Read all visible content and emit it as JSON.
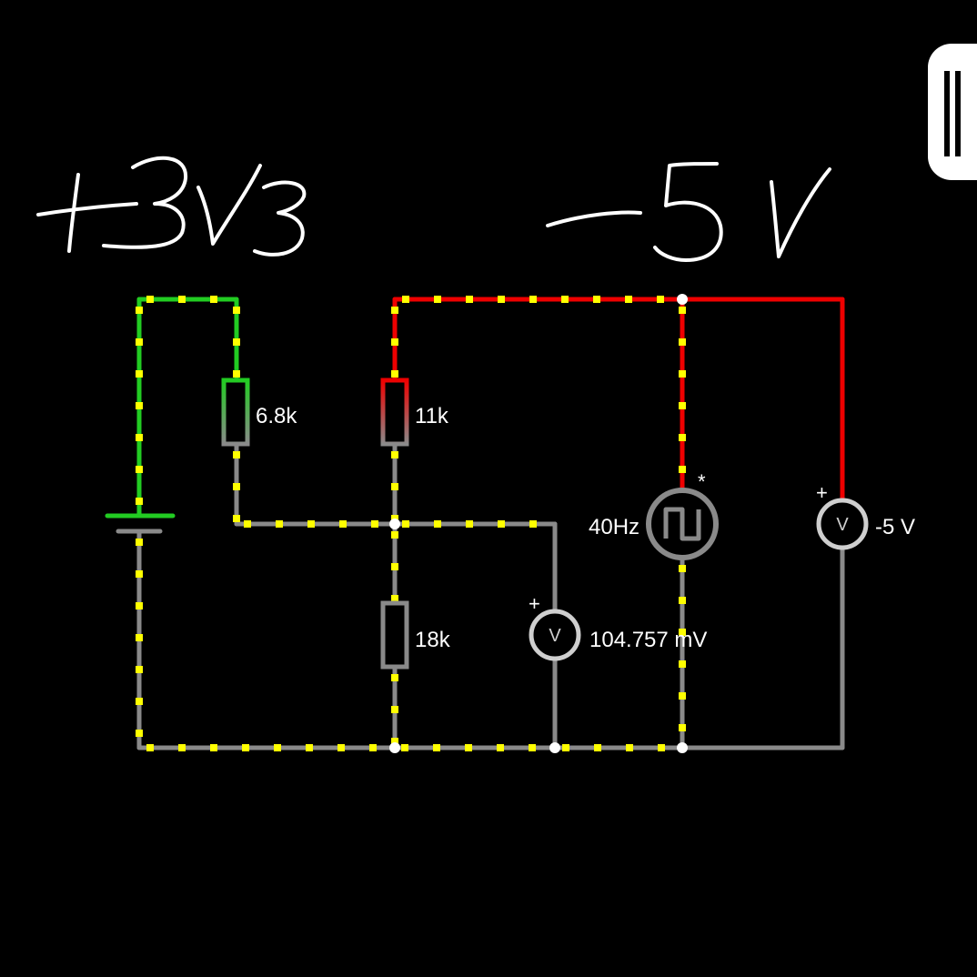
{
  "annotations": {
    "left_handwriting": "+3V3",
    "right_handwriting": "-5V"
  },
  "components": {
    "r1": {
      "label": "6.8k"
    },
    "r2": {
      "label": "11k"
    },
    "r3": {
      "label": "18k"
    },
    "source": {
      "label": "40Hz",
      "marker": "*"
    },
    "meter1": {
      "reading": "104.757 mV",
      "letter": "V",
      "polarity": "+"
    },
    "meter2": {
      "reading": "-5 V",
      "letter": "V",
      "polarity": "+"
    }
  },
  "colors": {
    "wire_neutral": "#8a8a8a",
    "wire_positive": "#22cc22",
    "wire_negative": "#ee0000",
    "current_dot": "#ffff00",
    "node": "#ffffff"
  },
  "controls": {
    "pause_icon": "pause-icon"
  }
}
